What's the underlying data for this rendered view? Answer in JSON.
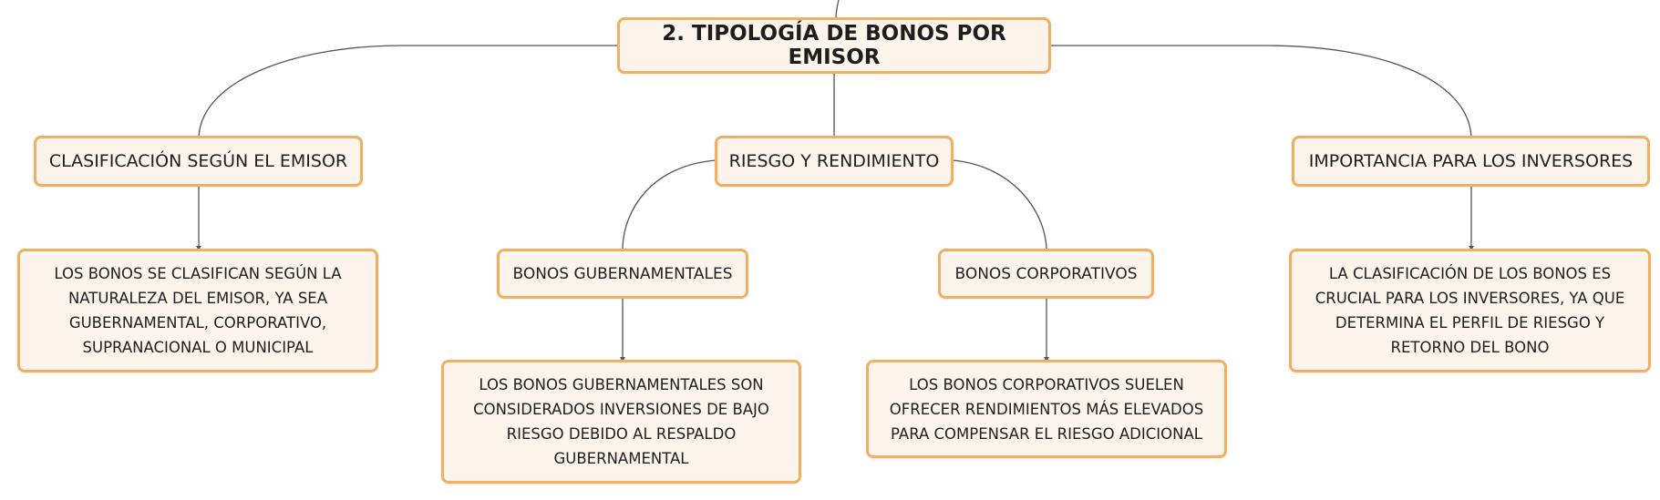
{
  "diagram": {
    "root": {
      "label": "2. TIPOLOGÍA DE BONOS POR EMISOR"
    },
    "branches": {
      "clasificacion": {
        "label": "CLASIFICACIÓN SEGÚN EL EMISOR",
        "detail": "LOS BONOS SE CLASIFICAN SEGÚN LA NATURALEZA DEL EMISOR, YA SEA GUBERNAMENTAL, CORPORATIVO, SUPRANACIONAL O MUNICIPAL"
      },
      "riesgo": {
        "label": "RIESGO Y RENDIMIENTO",
        "gubernamentales": {
          "label": "BONOS GUBERNAMENTALES",
          "detail": "LOS BONOS GUBERNAMENTALES SON CONSIDERADOS INVERSIONES DE BAJO RIESGO DEBIDO AL RESPALDO GUBERNAMENTAL"
        },
        "corporativos": {
          "label": "BONOS CORPORATIVOS",
          "detail": "LOS BONOS CORPORATIVOS SUELEN OFRECER RENDIMIENTOS MÁS ELEVADOS PARA COMPENSAR EL RIESGO ADICIONAL"
        }
      },
      "importancia": {
        "label": "IMPORTANCIA PARA LOS INVERSORES",
        "detail": "LA CLASIFICACIÓN DE LOS BONOS ES CRUCIAL PARA LOS INVERSORES, YA QUE DETERMINA EL PERFIL DE RIESGO Y RETORNO DEL BONO"
      }
    },
    "colors": {
      "node_fill": "#fdf5ec",
      "node_border": "#f0b060",
      "connector": "#555555",
      "text": "#1e1e1e"
    }
  }
}
